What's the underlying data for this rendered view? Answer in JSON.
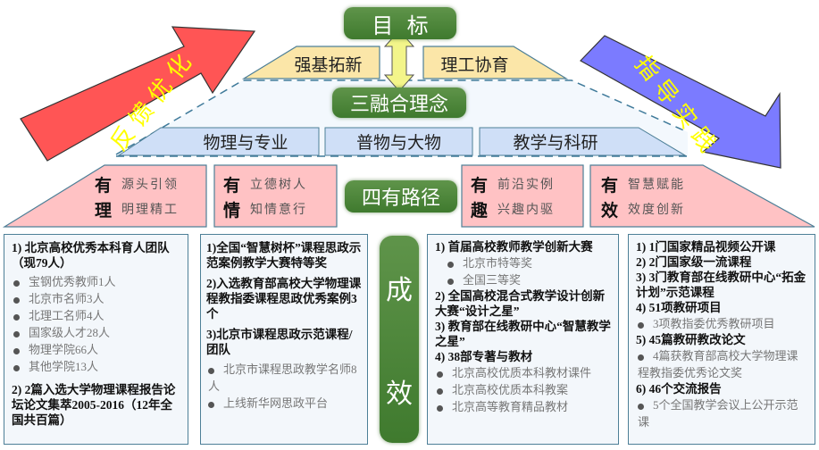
{
  "goal": {
    "label": "目  标"
  },
  "top_pillars": {
    "left": "强基拓新",
    "right": "理工协育"
  },
  "concept": {
    "label": "三融合理念",
    "items": [
      "物理与专业",
      "普物与大物",
      "教学与科研"
    ]
  },
  "arrows": {
    "left": {
      "label": "反馈优化",
      "color": "#ff5555",
      "text_color": "#ffff00"
    },
    "right": {
      "label": "指导实践",
      "color": "#7b7bff",
      "text_color": "#ffff00"
    }
  },
  "paths": {
    "label": "四有路径",
    "items": [
      {
        "big": [
          "有",
          "理"
        ],
        "small": [
          "源头引领",
          "明理精工"
        ]
      },
      {
        "big": [
          "有",
          "情"
        ],
        "small": [
          "立德树人",
          "知情意行"
        ]
      },
      {
        "big": [
          "有",
          "趣"
        ],
        "small": [
          "前沿实例",
          "兴趣内驱"
        ]
      },
      {
        "big": [
          "有",
          "效"
        ],
        "small": [
          "智慧赋能",
          "效度创新"
        ]
      }
    ]
  },
  "results": {
    "label_top": "成",
    "label_bottom": "效",
    "panel1": {
      "h1": "1) 北京高校优秀本科育人团队（现79人）",
      "bullets1": [
        "宝钢优秀教师1人",
        "北京市名师3人",
        "北理工名师4人",
        "国家级人才28人",
        "物理学院66人",
        "其他学院13人"
      ],
      "h2": "2) 2篇入选大学物理课程报告论坛论文集萃2005-2016（12年全国共百篇）"
    },
    "panel2": {
      "h1": "1)全国“智慧树杯”课程思政示范案例教学大赛特等奖",
      "h2": "2)入选教育部高校大学物理课程教指委课程思政优秀案例3个",
      "h3": "3)北京市课程思政示范课程/团队",
      "bullets3": [
        "北京市课程思政教学名师8人",
        "上线新华网思政平台"
      ]
    },
    "panel3": {
      "h1": "1) 首届高校教师教学创新大赛",
      "bullets1": [
        "北京市特等奖",
        "全国三等奖"
      ],
      "h2": "2) 全国高校混合式教学设计创新大赛“设计之星”",
      "h3": "3) 教育部在线教研中心“智慧教学之星”",
      "h4": "4) 38部专著与教材",
      "bullets4": [
        "北京高校优质本科教材课件",
        "北京高校优质本科教案",
        "北京高等教育精品教材"
      ]
    },
    "panel4": {
      "h1": "1) 1门国家精品视频公开课",
      "h2": "2) 2门国家级一流课程",
      "h3": "3) 3门教育部在线教研中心“拓金计划”示范课程",
      "h4": "4) 51项教研项目",
      "bullets4": [
        "3项教指委优秀教研项目"
      ],
      "h5": "5) 45篇教研教改论文",
      "bullets5": [
        "4篇获教育部高校大学物理课程教指委优秀论文奖"
      ],
      "h6": "6) 46个交流报告",
      "bullets6": [
        "5个全国教学会议上公开示范课"
      ]
    }
  }
}
